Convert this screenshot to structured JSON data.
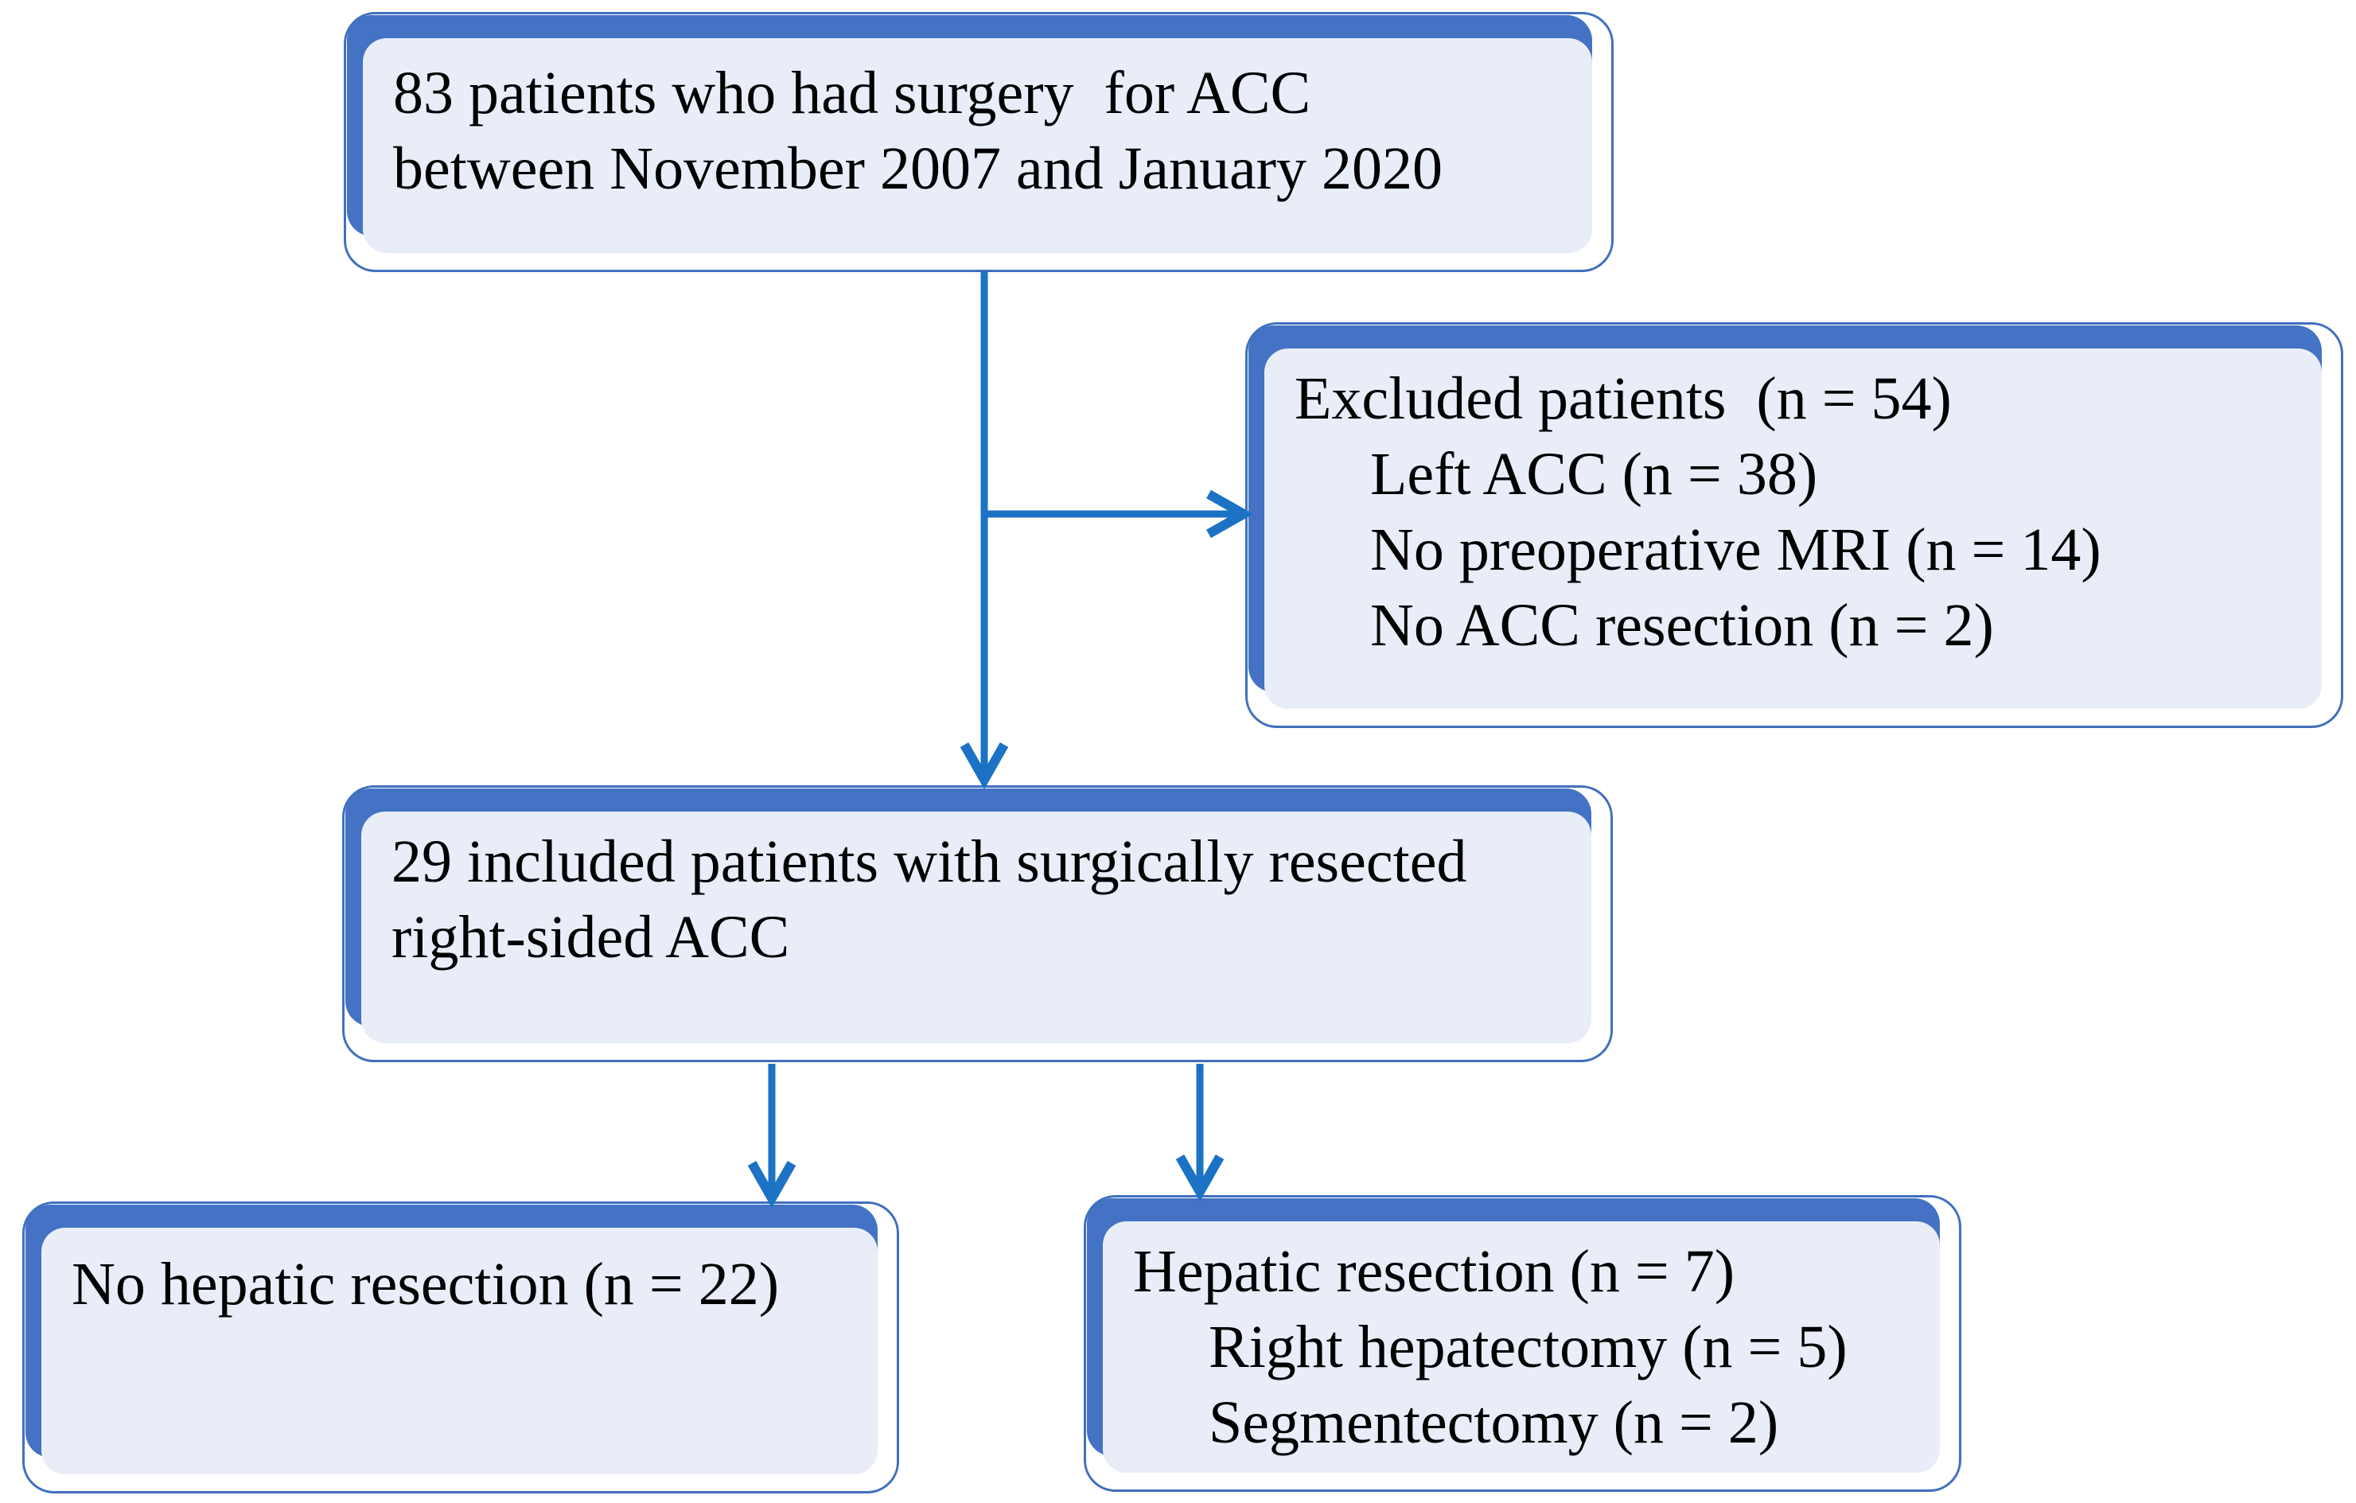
{
  "colors": {
    "accent": "#4472C4",
    "outline": "#4070BE",
    "card": "#E9EDF8",
    "arrow": "#1C72C4",
    "ink": "#000000"
  },
  "boxes": {
    "enrollment": {
      "lines": [
        "83 patients who had surgery  for ACC",
        "between November 2007 and January 2020"
      ]
    },
    "excluded": {
      "lines": [
        "Excluded patients  (n = 54)",
        "Left ACC (n = 38)",
        "No preoperative MRI (n = 14)",
        "No ACC resection (n = 2)"
      ]
    },
    "included": {
      "lines": [
        "29 included patients with surgically resected",
        "right-sided ACC"
      ]
    },
    "no_hepatic_resection": {
      "lines": [
        "No hepatic resection (n = 22)"
      ]
    },
    "hepatic_resection": {
      "lines": [
        "Hepatic resection (n = 7)",
        "Right hepatectomy (n = 5)",
        "Segmentectomy (n = 2)"
      ]
    }
  }
}
